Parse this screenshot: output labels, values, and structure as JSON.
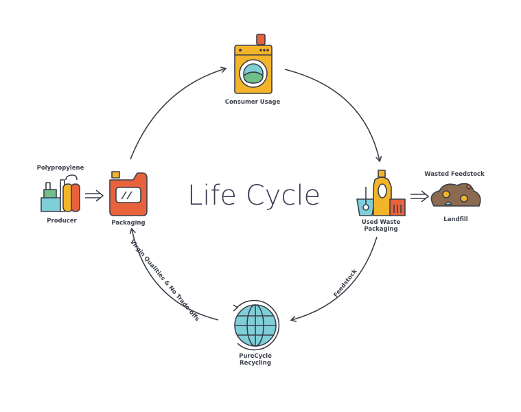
{
  "title": "Life Cycle",
  "nodes": {
    "producer": {
      "top_label": "Polypropylene",
      "label": "Producer"
    },
    "packaging": {
      "label": "Packaging"
    },
    "consumer": {
      "label": "Consumer Usage"
    },
    "used_waste": {
      "label_line1": "Used Waste",
      "label_line2": "Packaging"
    },
    "landfill": {
      "top_label": "Wasted Feedstock",
      "label": "Landfill"
    },
    "recycling": {
      "label_line1": "PureCycle",
      "label_line2": "Recycling"
    }
  },
  "edges": {
    "recycling_to_packaging": "Virgin Qualities & No Trade-offs",
    "used_to_recycling": "Feedstock"
  },
  "colors": {
    "outline": "#3a3f4a",
    "orange": "#e8623c",
    "yellow": "#f3b429",
    "teal": "#7fcfd8",
    "green": "#6fbf8a",
    "brown": "#8b6a4f"
  }
}
